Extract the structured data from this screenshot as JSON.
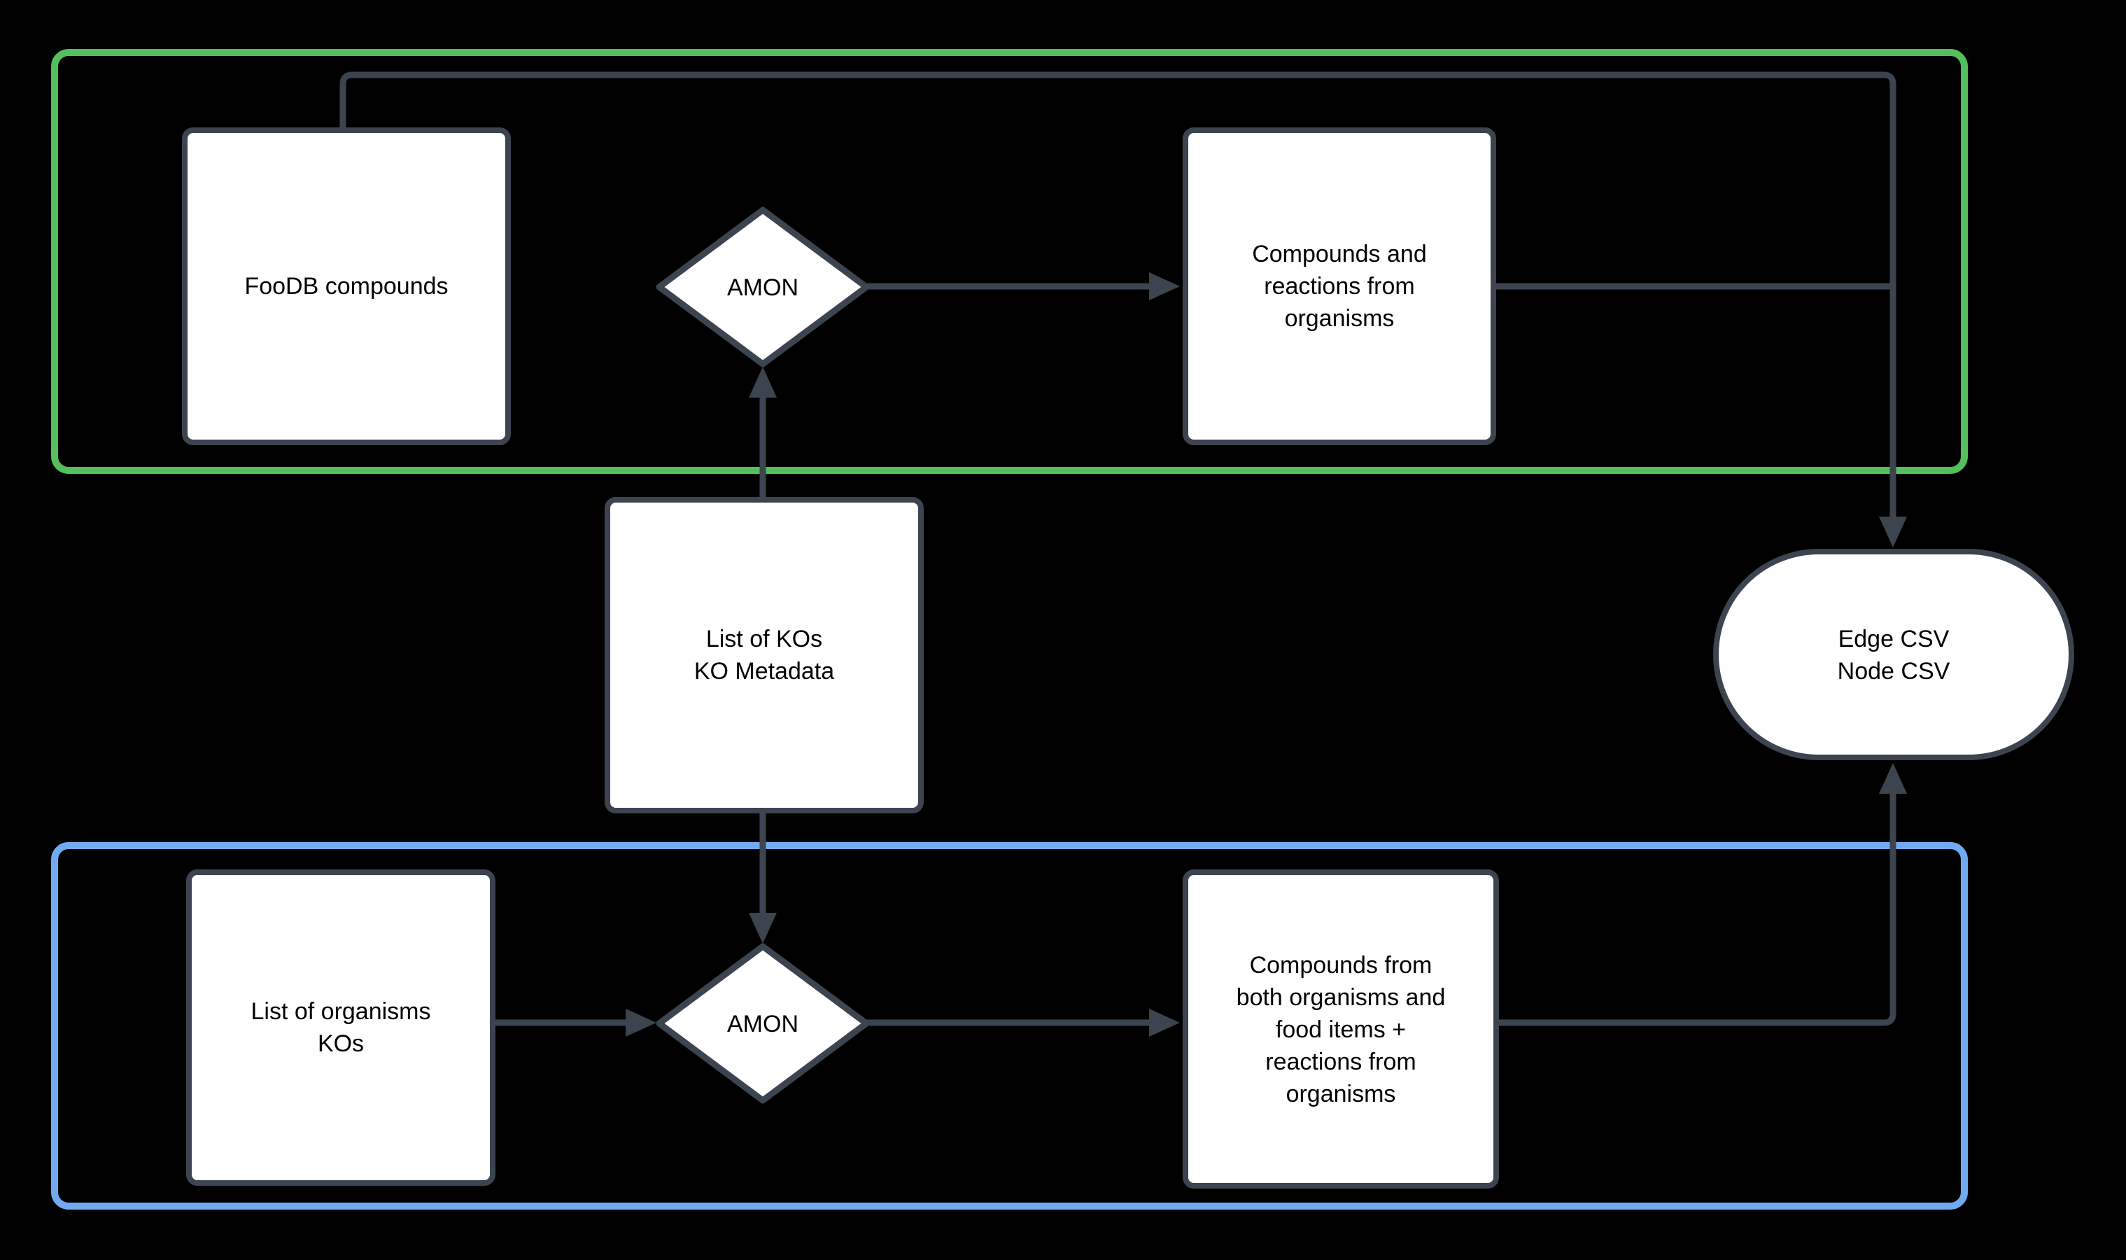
{
  "diagram": {
    "background": "#000000",
    "colors": {
      "stroke": "#3c4450",
      "green": "#54bf5b",
      "blue": "#72aaf1",
      "node_fill": "#ffffff",
      "text": "#000000",
      "background": "#000000"
    },
    "groups": [
      {
        "id": "food-pipeline-group",
        "border_color": "#54bf5b"
      },
      {
        "id": "organism-pipeline-group",
        "border_color": "#72aaf1"
      }
    ],
    "nodes": {
      "foodb": {
        "label": "FooDB compounds",
        "shape": "rectangle",
        "group": "food-pipeline-group"
      },
      "amon_top": {
        "label": "AMON",
        "shape": "diamond",
        "group": "food-pipeline-group"
      },
      "compounds_reactions": {
        "label": "Compounds and\nreactions from\norganisms",
        "shape": "rectangle",
        "group": "food-pipeline-group"
      },
      "ko_list": {
        "label": "List of KOs\nKO Metadata",
        "shape": "rectangle",
        "group": null
      },
      "organisms": {
        "label": "List of organisms\nKOs",
        "shape": "rectangle",
        "group": "organism-pipeline-group"
      },
      "amon_bottom": {
        "label": "AMON",
        "shape": "diamond",
        "group": "organism-pipeline-group"
      },
      "compounds_both": {
        "label": "Compounds from\nboth organisms and\nfood items +\nreactions from\norganisms",
        "shape": "rectangle",
        "group": "organism-pipeline-group"
      },
      "output_csv": {
        "label": "Edge CSV\nNode CSV",
        "shape": "stadium",
        "group": null
      }
    },
    "edges": [
      {
        "from": "foodb",
        "to": "output_csv",
        "arrow": true
      },
      {
        "from": "amon_top",
        "to": "compounds_reactions",
        "arrow": true
      },
      {
        "from": "ko_list",
        "to": "amon_top",
        "arrow": true
      },
      {
        "from": "ko_list",
        "to": "amon_bottom",
        "arrow": true
      },
      {
        "from": "organisms",
        "to": "amon_bottom",
        "arrow": true
      },
      {
        "from": "amon_bottom",
        "to": "compounds_both",
        "arrow": true
      },
      {
        "from": "compounds_reactions",
        "to": "output_csv",
        "arrow": true
      },
      {
        "from": "compounds_both",
        "to": "output_csv",
        "arrow": true
      }
    ]
  }
}
